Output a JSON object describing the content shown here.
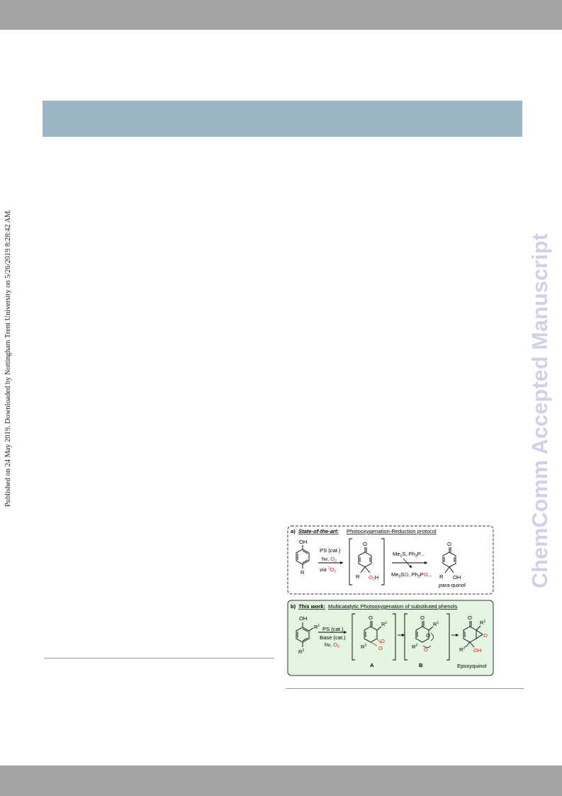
{
  "side_note": "Published on 24 May 2019. Downloaded by Nottingham Trent University on 5/26/2019 8:28:42 AM.",
  "watermark": "ChemComm Accepted Manuscript",
  "scheme": {
    "panel_a": {
      "label": "a)",
      "title_italic": "State-of-the-art:",
      "title_rest": "Photooxygenation-Reduction protocol",
      "substituents": {
        "oh": "OH",
        "r": "R",
        "o": "O",
        "ooh_o": "O",
        "ooh_sub": "2",
        "ooh_h": "H",
        "oh2": "OH",
        "r2": "R"
      },
      "cond_ps": "PS (cat.)",
      "cond_hv": "hν,",
      "cond_o2": "O",
      "cond_o2_sub": "2",
      "cond_via": "via",
      "cond_singlet_sup": "1",
      "cond_singlet_o": "O",
      "cond_singlet_sub": "2",
      "reductant": "Me",
      "reductant_rest": "S, Ph",
      "reductant_end": "P...",
      "byproducts_a": "Me",
      "byproducts_b": "S",
      "byproducts_o1": "O",
      "byproducts_c": ", Ph",
      "byproducts_d": "P",
      "byproducts_o2": "O",
      "byproducts_e": "...",
      "product_italic": "para",
      "product_rest": "-quinol"
    },
    "panel_b": {
      "label": "b)",
      "title_italic": "This work:",
      "title_rest": "Multicatalytic Photooxygenation of substituted phenols",
      "cond_ps": "PS (cat.)",
      "cond_base": "Base (cat.)",
      "cond_hv": "hν,",
      "cond_o2": "O",
      "cond_o2_sub": "2",
      "sub": {
        "oh": "OH",
        "r1": "R",
        "r1_sup": "1",
        "r2": "R",
        "r2_sup": "2",
        "o": "O",
        "oh2": "OH"
      },
      "intermediate_a": "A",
      "intermediate_b": "B",
      "product": "Epoxyquinol"
    }
  }
}
